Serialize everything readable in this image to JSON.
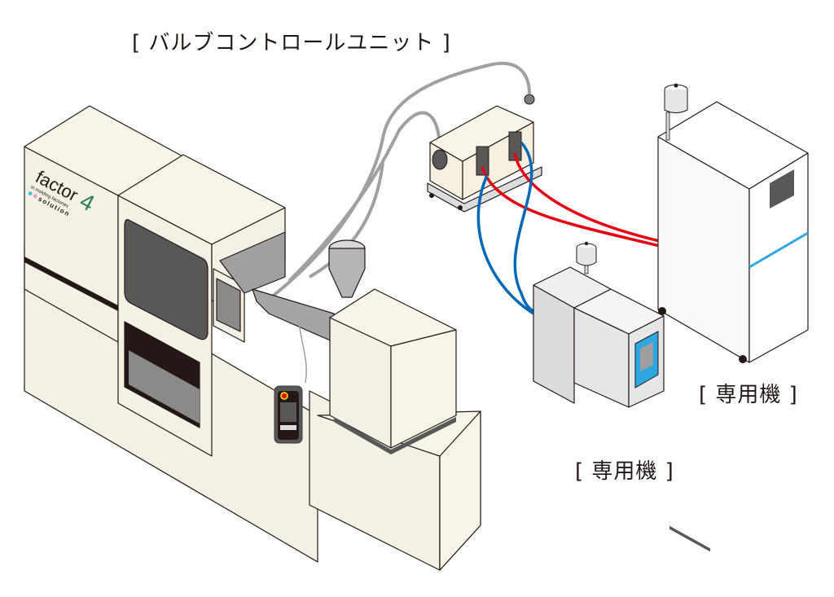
{
  "labels": {
    "valve_control_unit": "[ バルブコントロールユニット ]",
    "dedicated_machine_right": "[ 専用機 ]",
    "dedicated_machine_front": "[ 専用機 ]"
  },
  "logo": {
    "brand": "factor",
    "numeral": "4",
    "tagline": "in molding factories",
    "sub": "solution"
  },
  "colors": {
    "machine_body": "#f3f1e6",
    "machine_top": "#f7f5ea",
    "window_dark": "#595757",
    "unit_gray": "#e6e6e6",
    "hose_gray": "#9fa0a0",
    "hose_red": "#e60012",
    "hose_blue": "#0068b7",
    "panel_blue": "#2ea7e0",
    "logo_green": "#2e7d5b",
    "dot_cyan": "#4fc1e9",
    "dot_pink": "#f19ec2",
    "outline": "#231815"
  }
}
